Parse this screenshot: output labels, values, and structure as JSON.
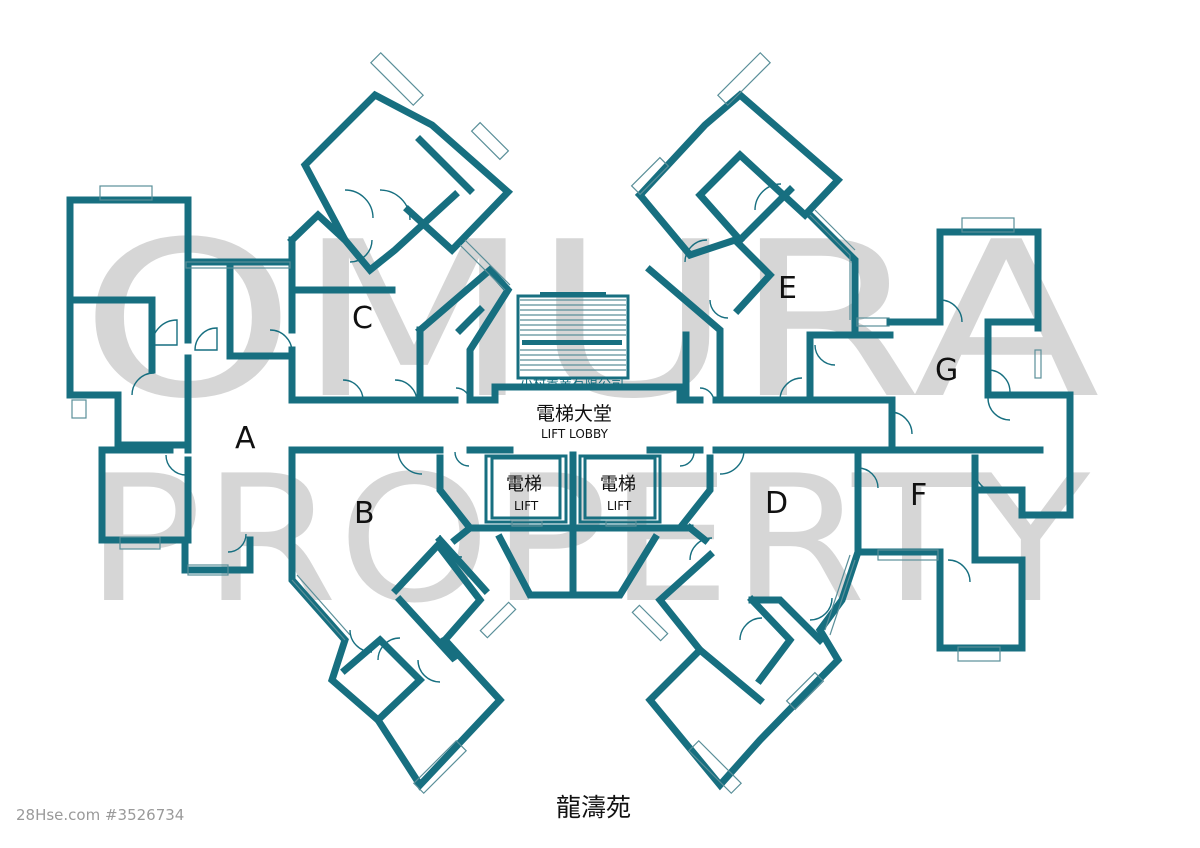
{
  "watermark": {
    "line1": "OMURA",
    "line2": "PROPERTY"
  },
  "units": {
    "a": "A",
    "b": "B",
    "c": "C",
    "d": "D",
    "e": "E",
    "f": "F",
    "g": "G"
  },
  "lobby": {
    "chinese": "電梯大堂",
    "english": "LIFT LOBBY"
  },
  "lifts": [
    {
      "chinese": "電梯",
      "english": "LIFT"
    },
    {
      "chinese": "電梯",
      "english": "LIFT"
    }
  ],
  "agency_stamp": "小村置業有限公司",
  "building_name": "龍濤苑",
  "listing_ref": "28Hse.com #3526734",
  "colors": {
    "wall": "#176f80",
    "watermark": "#c8c8c8",
    "background": "#ffffff"
  }
}
